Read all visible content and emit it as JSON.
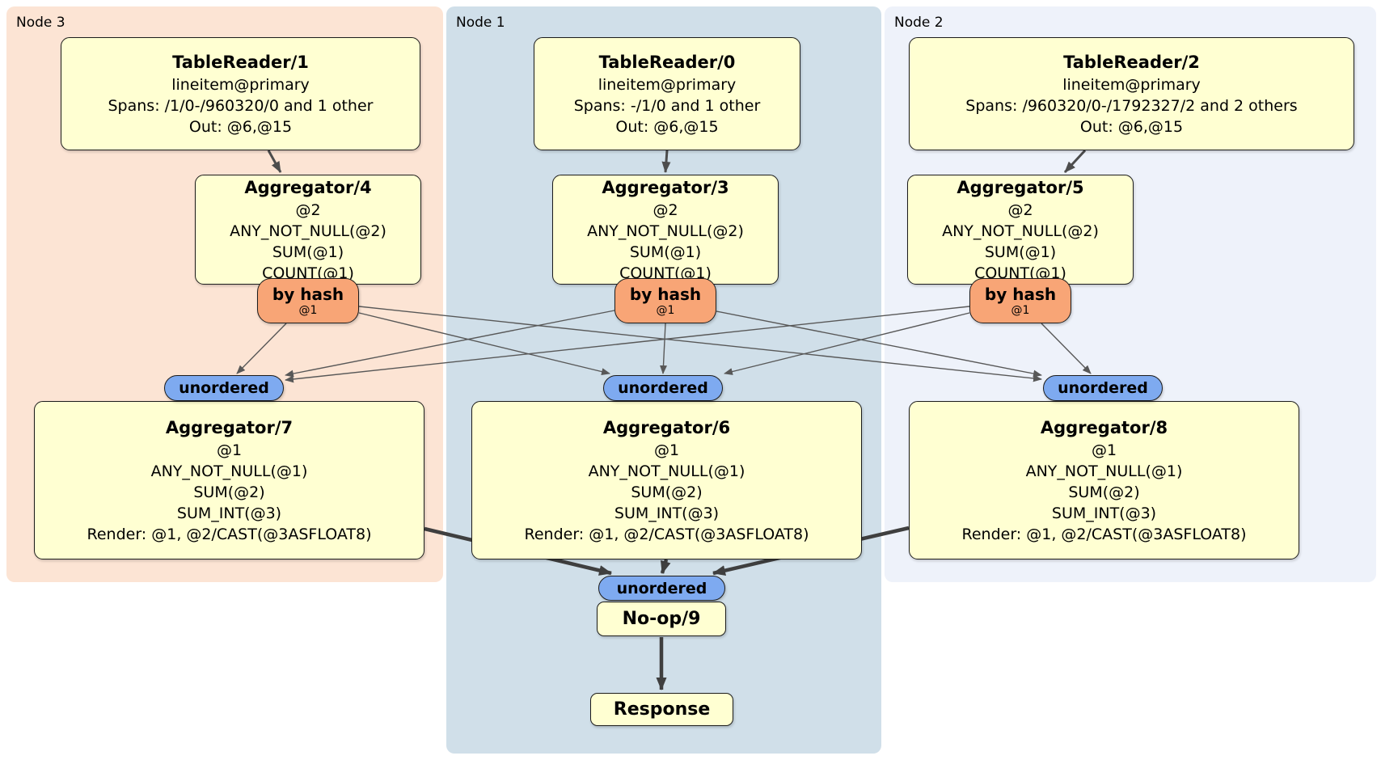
{
  "colors": {
    "node3_bg": "#fce4d4",
    "node1_bg": "#d0dfe9",
    "node2_bg": "#eef2fa",
    "processor_bg": "#ffffd2",
    "router_bg": "#f8a576",
    "sync_bg": "#7eaaf0",
    "edge": "#4d4d4d",
    "border": "#1c1c1c"
  },
  "plan": {
    "regions": {
      "node3": {
        "label": "Node 3"
      },
      "node1": {
        "label": "Node 1"
      },
      "node2": {
        "label": "Node 2"
      }
    },
    "processors": {
      "tr1": {
        "title": "TableReader/1",
        "lines": [
          "lineitem@primary",
          "Spans: /1/0-/960320/0 and 1 other",
          "Out: @6,@15"
        ]
      },
      "tr0": {
        "title": "TableReader/0",
        "lines": [
          "lineitem@primary",
          "Spans: -/1/0 and 1 other",
          "Out: @6,@15"
        ]
      },
      "tr2": {
        "title": "TableReader/2",
        "lines": [
          "lineitem@primary",
          "Spans: /960320/0-/1792327/2 and 2 others",
          "Out: @6,@15"
        ]
      },
      "agg4": {
        "title": "Aggregator/4",
        "lines": [
          "@2",
          "ANY_NOT_NULL(@2)",
          "SUM(@1)",
          "COUNT(@1)"
        ]
      },
      "agg3": {
        "title": "Aggregator/3",
        "lines": [
          "@2",
          "ANY_NOT_NULL(@2)",
          "SUM(@1)",
          "COUNT(@1)"
        ]
      },
      "agg5": {
        "title": "Aggregator/5",
        "lines": [
          "@2",
          "ANY_NOT_NULL(@2)",
          "SUM(@1)",
          "COUNT(@1)"
        ]
      },
      "agg7": {
        "title": "Aggregator/7",
        "lines": [
          "@1",
          "ANY_NOT_NULL(@1)",
          "SUM(@2)",
          "SUM_INT(@3)",
          "Render: @1, @2/CAST(@3ASFLOAT8)"
        ]
      },
      "agg6": {
        "title": "Aggregator/6",
        "lines": [
          "@1",
          "ANY_NOT_NULL(@1)",
          "SUM(@2)",
          "SUM_INT(@3)",
          "Render: @1, @2/CAST(@3ASFLOAT8)"
        ]
      },
      "agg8": {
        "title": "Aggregator/8",
        "lines": [
          "@1",
          "ANY_NOT_NULL(@1)",
          "SUM(@2)",
          "SUM_INT(@3)",
          "Render: @1, @2/CAST(@3ASFLOAT8)"
        ]
      },
      "noop9": {
        "title": "No-op/9"
      },
      "response": {
        "title": "Response"
      }
    },
    "routers": {
      "hash4": {
        "label": "by hash",
        "detail": "@1"
      },
      "hash3": {
        "label": "by hash",
        "detail": "@1"
      },
      "hash5": {
        "label": "by hash",
        "detail": "@1"
      }
    },
    "syncs": {
      "sync7": {
        "label": "unordered"
      },
      "sync6": {
        "label": "unordered"
      },
      "sync8": {
        "label": "unordered"
      },
      "syncFinal": {
        "label": "unordered"
      }
    },
    "edges": [
      {
        "from": "TableReader/1",
        "to": "Aggregator/4"
      },
      {
        "from": "TableReader/0",
        "to": "Aggregator/3"
      },
      {
        "from": "TableReader/2",
        "to": "Aggregator/5"
      },
      {
        "from": "by hash (Aggregator/4)",
        "to": "unordered (Aggregator/7)"
      },
      {
        "from": "by hash (Aggregator/4)",
        "to": "unordered (Aggregator/6)"
      },
      {
        "from": "by hash (Aggregator/4)",
        "to": "unordered (Aggregator/8)"
      },
      {
        "from": "by hash (Aggregator/3)",
        "to": "unordered (Aggregator/7)"
      },
      {
        "from": "by hash (Aggregator/3)",
        "to": "unordered (Aggregator/6)"
      },
      {
        "from": "by hash (Aggregator/3)",
        "to": "unordered (Aggregator/8)"
      },
      {
        "from": "by hash (Aggregator/5)",
        "to": "unordered (Aggregator/7)"
      },
      {
        "from": "by hash (Aggregator/5)",
        "to": "unordered (Aggregator/6)"
      },
      {
        "from": "by hash (Aggregator/5)",
        "to": "unordered (Aggregator/8)"
      },
      {
        "from": "Aggregator/7",
        "to": "unordered (No-op/9)"
      },
      {
        "from": "Aggregator/6",
        "to": "unordered (No-op/9)"
      },
      {
        "from": "Aggregator/8",
        "to": "unordered (No-op/9)"
      },
      {
        "from": "No-op/9",
        "to": "Response"
      }
    ]
  }
}
